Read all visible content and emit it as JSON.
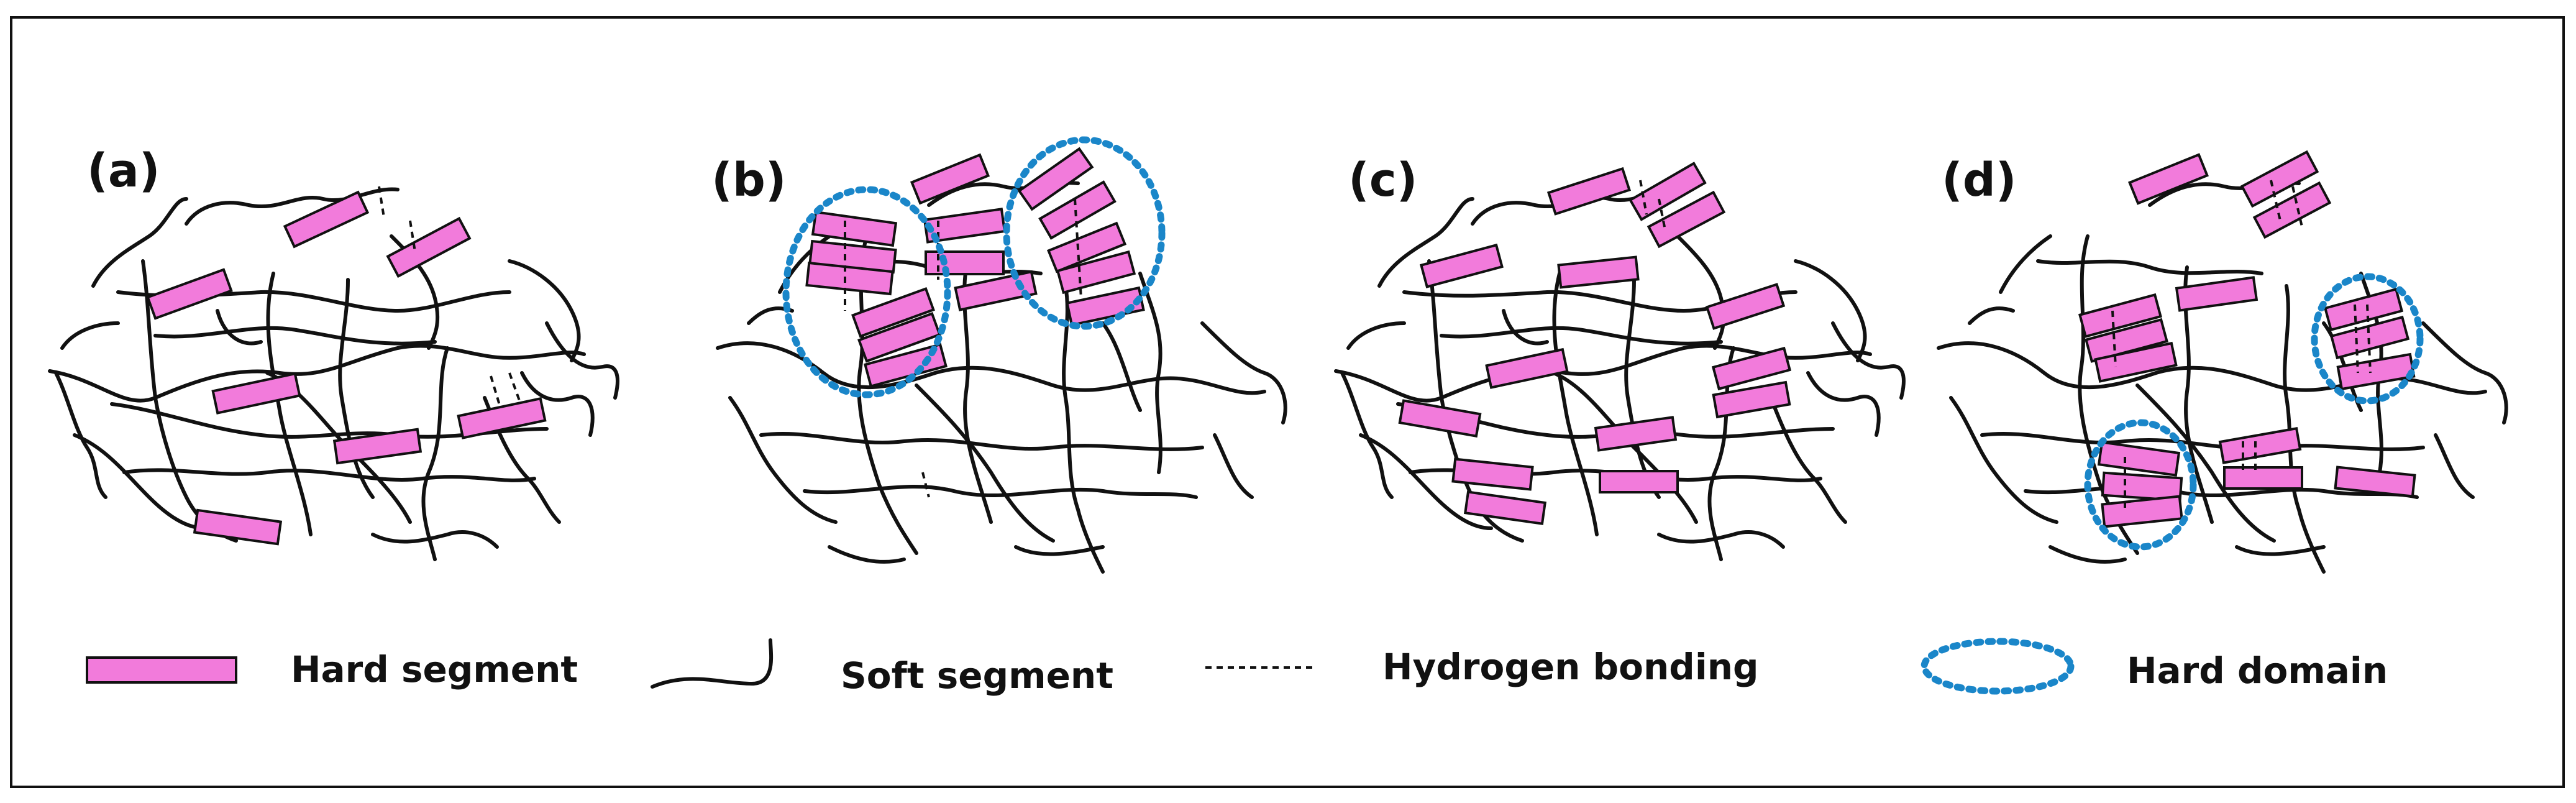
{
  "colors": {
    "hard_segment_fill": "#f27bdb",
    "soft_segment": "#111111",
    "hard_domain": "#1a86c9",
    "frame": "#111111"
  },
  "panels": [
    {
      "label": "(a)"
    },
    {
      "label": "(b)"
    },
    {
      "label": "(c)"
    },
    {
      "label": "(d)"
    }
  ],
  "legend": {
    "hard_segment": "Hard segment",
    "soft_segment": "Soft segment",
    "hydrogen_bonding": "Hydrogen bonding",
    "hard_domain": "Hard domain"
  }
}
